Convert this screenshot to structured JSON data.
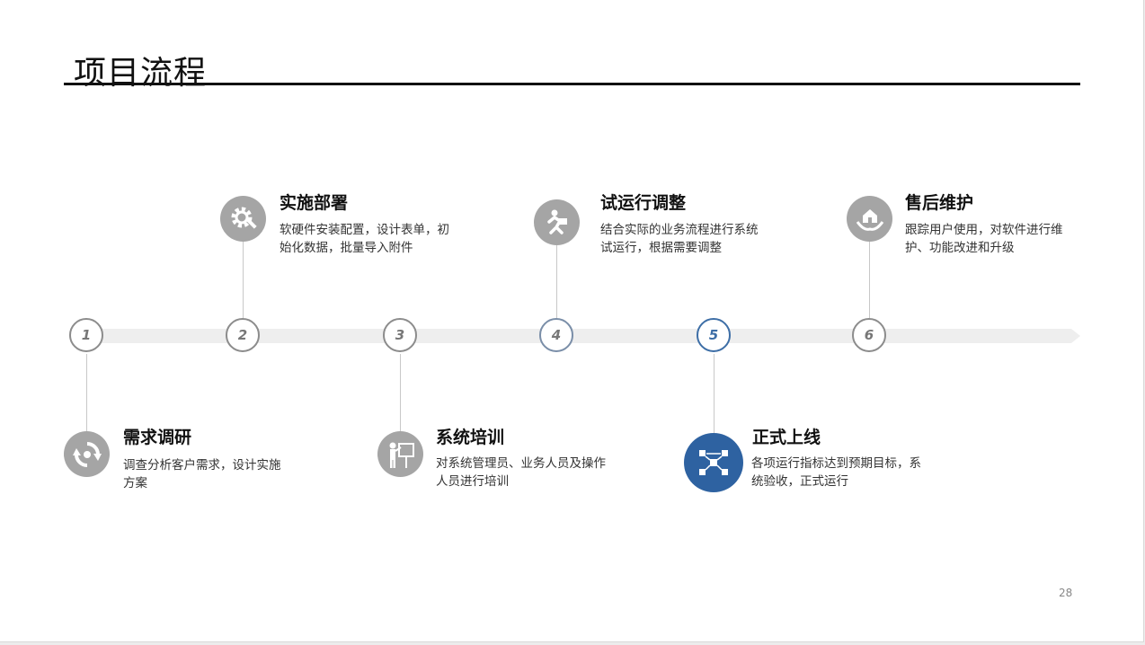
{
  "slide": {
    "title": "项目流程",
    "page_number": "28"
  },
  "steps": [
    {
      "number": "1",
      "title": "需求调研",
      "desc": "调查分析客户需求，设计实施方案",
      "icon": "refresh-cycle-icon",
      "position": "below"
    },
    {
      "number": "2",
      "title": "实施部署",
      "desc": "软硬件安装配置，设计表单，初始化数据，批量导入附件",
      "icon": "gear-wrench-icon",
      "position": "above"
    },
    {
      "number": "3",
      "title": "系统培训",
      "desc": "对系统管理员、业务人员及操作人员进行培训",
      "icon": "presenter-board-icon",
      "position": "below"
    },
    {
      "number": "4",
      "title": "试运行调整",
      "desc": "结合实际的业务流程进行系统试运行，根据需要调整",
      "icon": "running-person-icon",
      "position": "above"
    },
    {
      "number": "5",
      "title": "正式上线",
      "desc": "各项运行指标达到预期目标，系统验收，正式运行",
      "icon": "network-flow-icon",
      "position": "below",
      "highlight": true
    },
    {
      "number": "6",
      "title": "售后维护",
      "desc": "跟踪用户使用，对软件进行维护、功能改进和升级",
      "icon": "hand-house-icon",
      "position": "above"
    }
  ],
  "colors": {
    "accent": "#2e62a1",
    "icon_gray": "#a5a5a5",
    "track": "#eeeeee"
  }
}
